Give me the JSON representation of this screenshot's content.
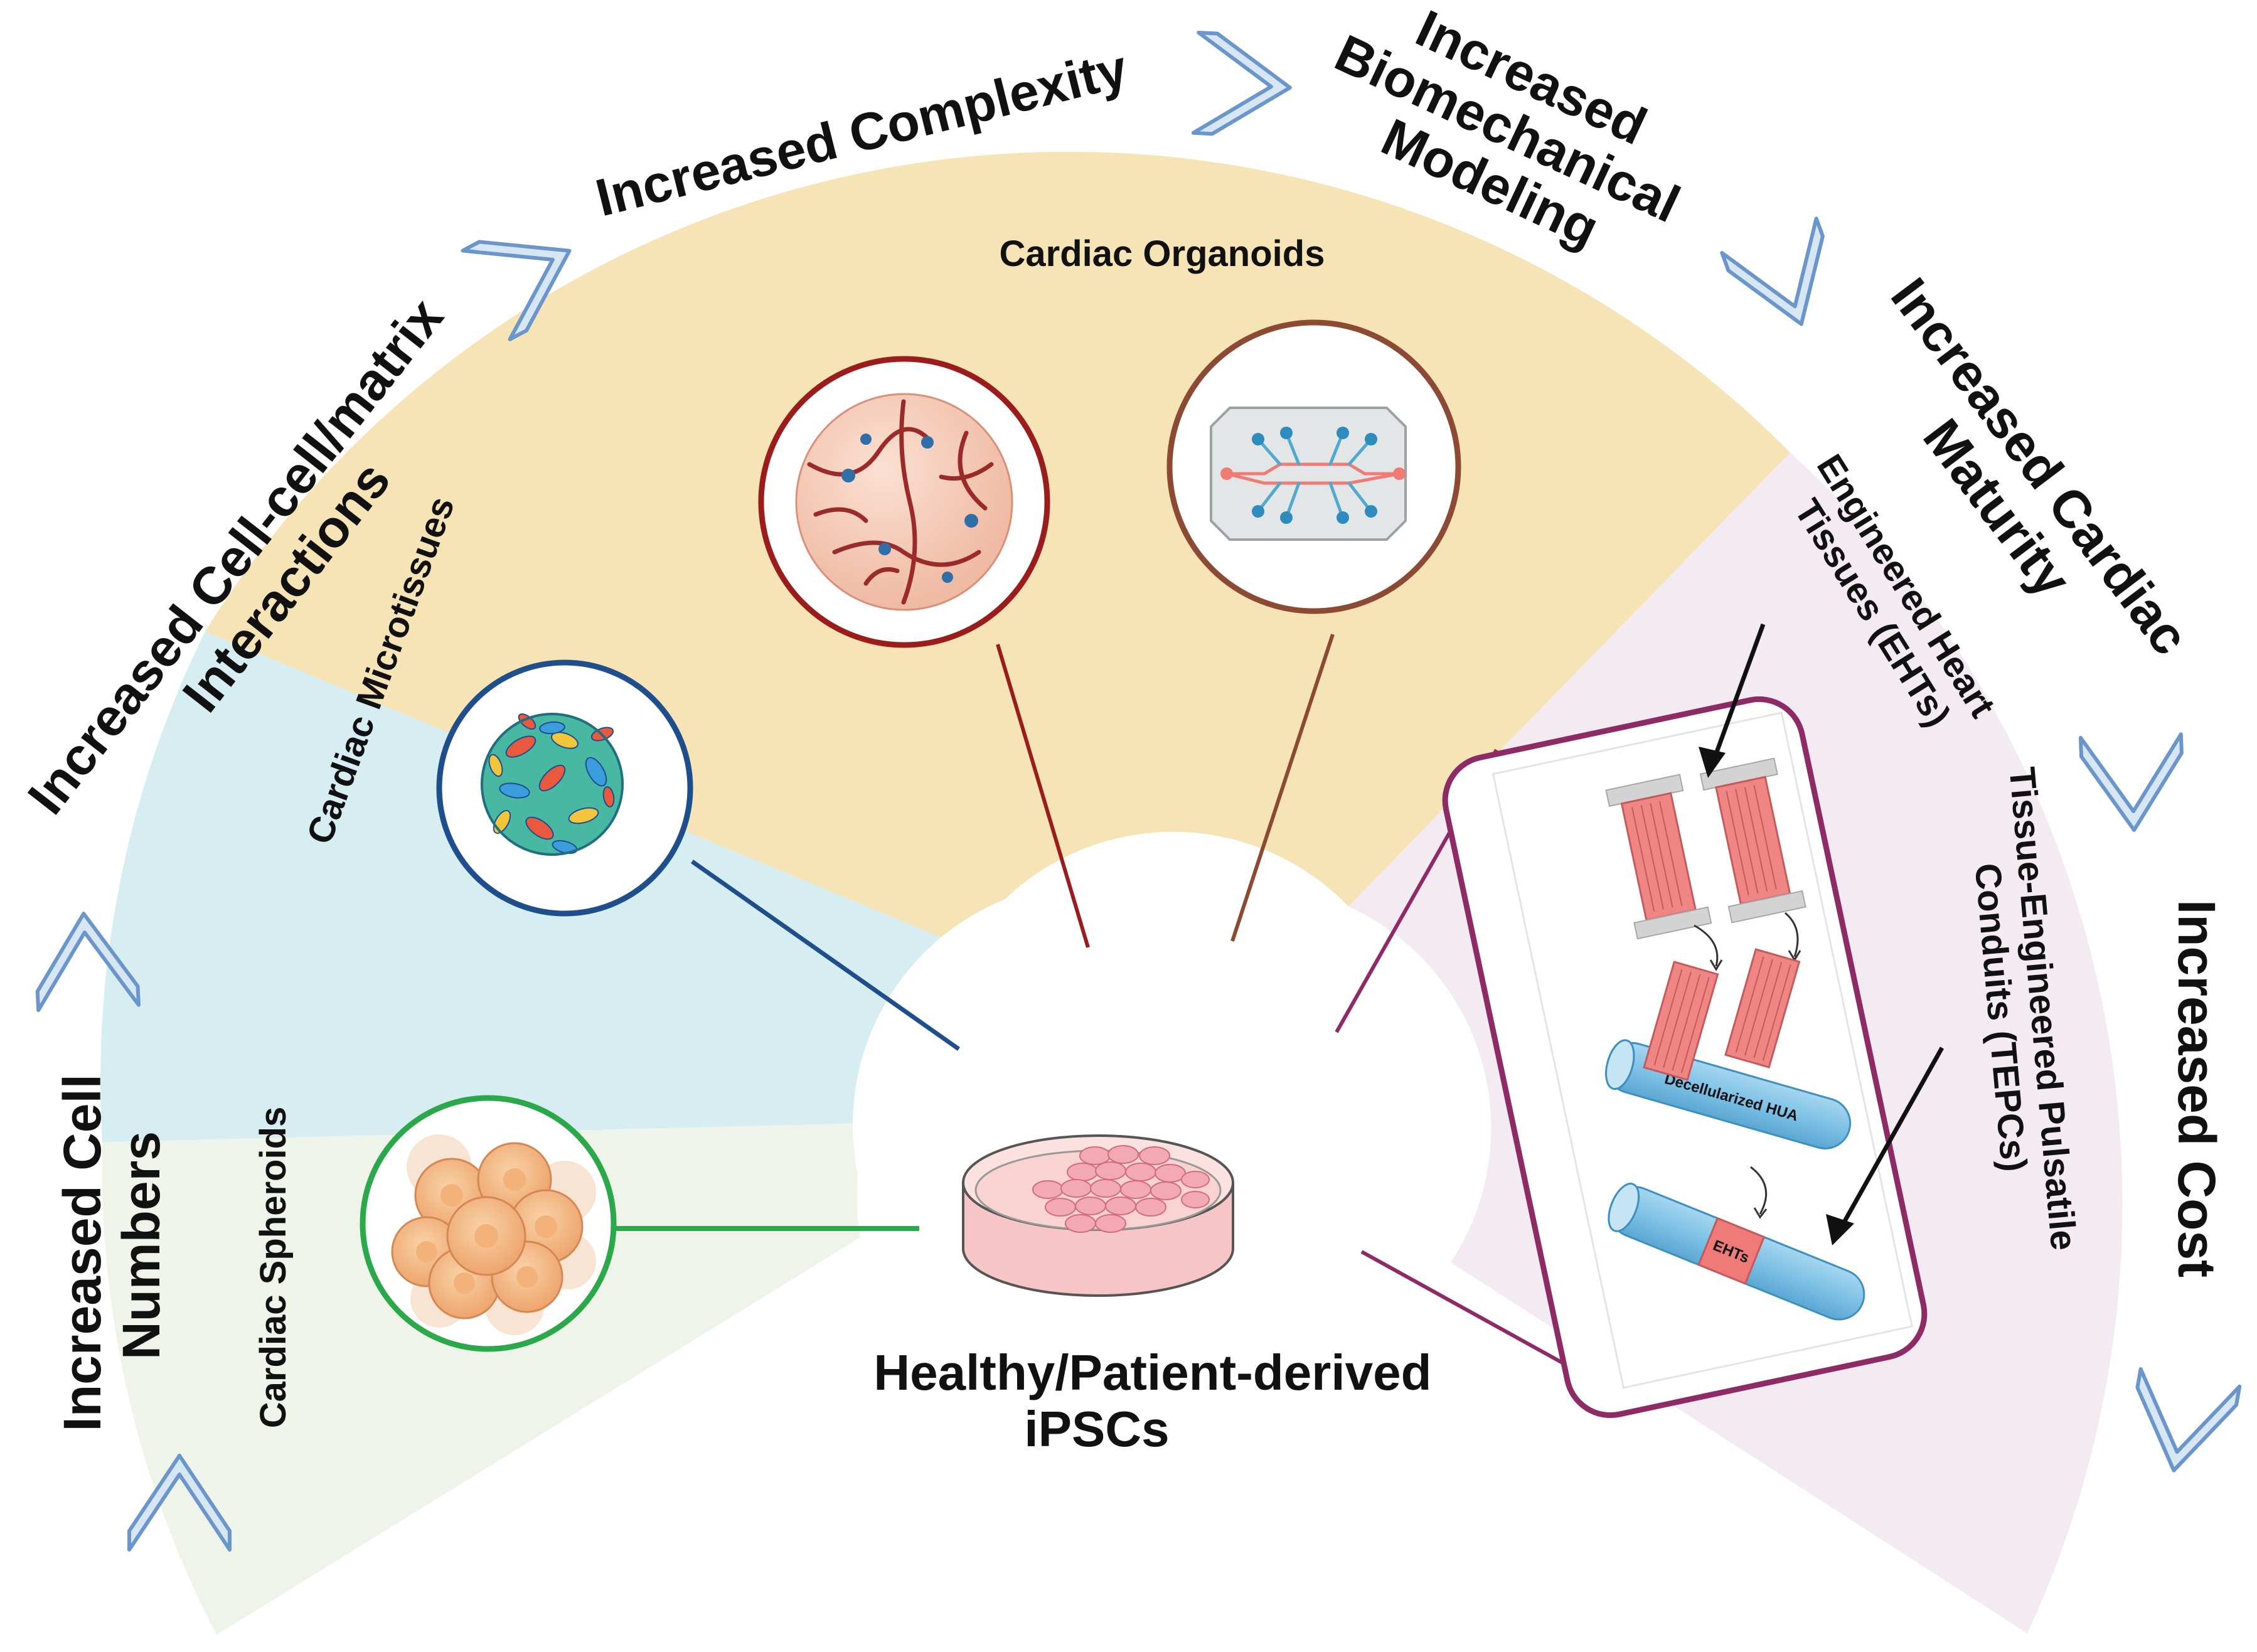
{
  "center_label": {
    "line1": "Healthy/Patient-derived",
    "line2": "iPSCs"
  },
  "trends": {
    "cell_numbers": {
      "line1": "Increased Cell",
      "line2": "Numbers"
    },
    "interactions": {
      "line1": "Increased Cell-cell/matrix",
      "line2": "Interactions"
    },
    "complexity": {
      "line1": "Increased Complexity"
    },
    "biomechanical": {
      "line1": "Increased",
      "line2": "Biomechanical",
      "line3": "Modeling"
    },
    "maturity": {
      "line1": "Increased Cardiac",
      "line2": "Maturity"
    },
    "cost": {
      "line1": "Increased Cost"
    }
  },
  "sectors": {
    "spheroids": {
      "label": "Cardiac Spheroids",
      "color": "#eef4ea",
      "ring": "#2aa84a"
    },
    "microtissues": {
      "label": "Cardiac Microtissues",
      "color": "#d6eef2",
      "ring": "#1f4e8c"
    },
    "organoids": {
      "label": "Cardiac Organoids",
      "color": "#f6e3b6",
      "ring_left": "#9b1c1c",
      "ring_right": "#8c4a35"
    },
    "engineered": {
      "color": "#f4ebf2",
      "ring": "#8e2a66"
    }
  },
  "eht_callout": {
    "eht_label_line1": "Engineered Heart",
    "eht_label_line2": "Tissues (EHTs)",
    "tepc_label_line1": "Tissue-Engineered Pulsatile",
    "tepc_label_line2": "Conduits (TEPCs)",
    "hua_label": "Decellularized HUA",
    "ehts_band_label": "EHTs"
  },
  "icons": {
    "chevron": "chevron-arrow-icon",
    "petri": "petri-dish-icon",
    "spheroid": "cell-cluster-icon",
    "microtissue": "microtissue-sphere-icon",
    "organoid": "vascularized-organoid-icon",
    "chip": "organ-on-chip-icon"
  }
}
